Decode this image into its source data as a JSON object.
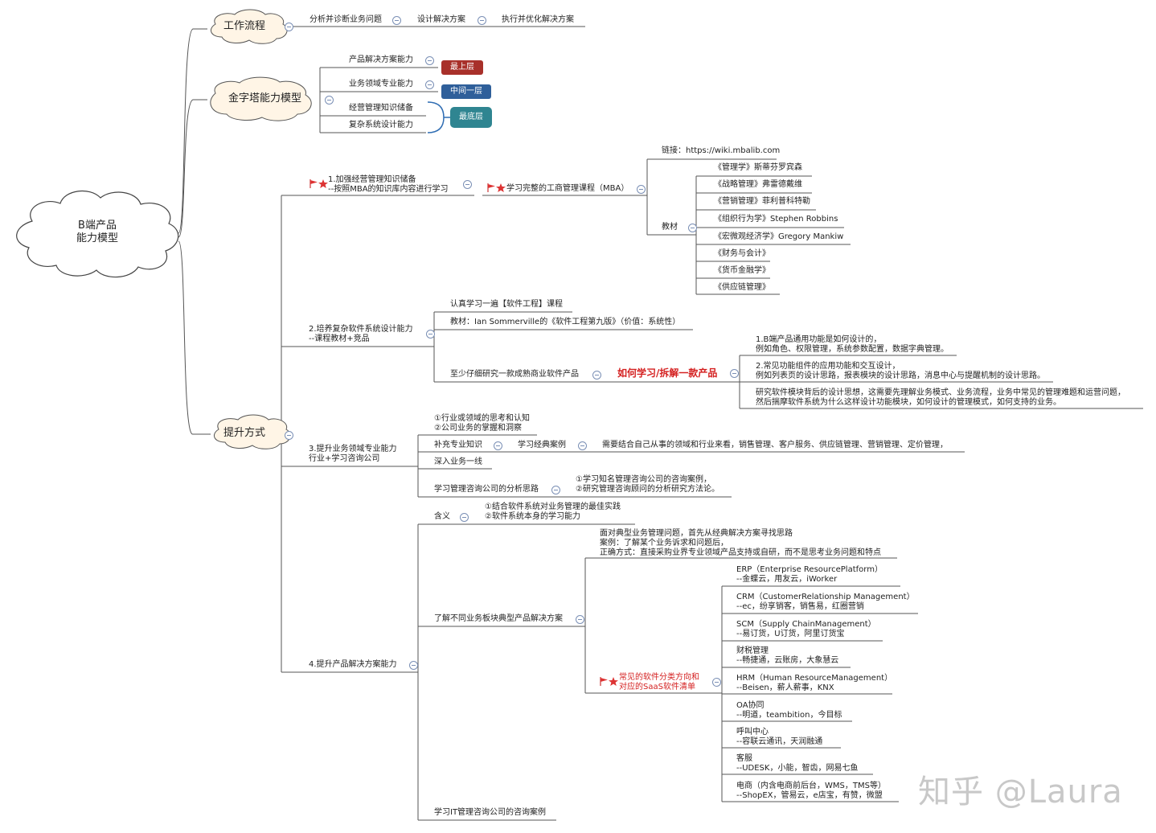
{
  "root": {
    "line1": "B端产品",
    "line2": "能力模型"
  },
  "workflow": {
    "label": "工作流程",
    "steps": [
      "分析并诊断业务问题",
      "设计解决方案",
      "执行并优化解决方案"
    ]
  },
  "pyramid": {
    "label": "金字塔能力模型",
    "items": [
      "产品解决方案能力",
      "业务领域专业能力",
      "经营管理知识储备",
      "复杂系统设计能力"
    ],
    "tags": [
      "最上层",
      "中间一层",
      "最底层"
    ]
  },
  "improve": {
    "label": "提升方式",
    "m1": {
      "title": "1.加强经营管理知识储备\n--按照MBA的知识库内容进行学习",
      "course": "学习完整的工商管理课程（MBA）",
      "link": "链接：https://wiki.mbalib.com",
      "materials_label": "教材",
      "books": [
        "《管理学》斯蒂芬罗宾森",
        "《战略管理》弗雷德戴维",
        "《营销管理》菲利普科特勒",
        "《组织行为学》Stephen Robbins",
        "《宏微观经济学》Gregory Mankiw",
        "《财务与会计》",
        "《货币金融学》",
        "《供应链管理》"
      ]
    },
    "m2": {
      "title": "2.培养复杂软件系统设计能力\n--课程教材+竞品",
      "course": "认真学习一遍【软件工程】课程",
      "textbook": "教材：Ian Sommerville的《软件工程第九版》（价值：系统性）",
      "study": "至少仔细研究一款成熟商业软件产品",
      "how": "如何学习/拆解一款产品",
      "points": [
        "1.B端产品通用功能是如何设计的，\n例如角色、权限管理，系统参数配置，数据字典管理。",
        "2.常见功能组件的应用功能和交互设计，\n例如列表页的设计思路，报表模块的设计思路，消息中心与提醒机制的设计思路。",
        "研究软件模块背后的设计思想，这需要先理解业务模式、业务流程，业务中常见的管理难题和运营问题，\n然后揣摩软件系统为什么这样设计功能模块，如何设计的管理模式，如何支持的业务。"
      ]
    },
    "m3": {
      "title": "3.提升业务领域专业能力\n行业+学习咨询公司",
      "note": "①行业或领域的思考和认知\n②公司业务的掌握和洞察",
      "supplement": "补充专业知识",
      "cases": "学习经典案例",
      "cases_detail": "需要结合自己从事的领域和行业来看，销售管理、客户服务、供应链管理、营销管理、定价管理，",
      "deep": "深入业务一线",
      "consult": "学习管理咨询公司的分析思路",
      "consult_detail": "①学习知名管理咨询公司的咨询案例，\n②研究管理咨询顾问的分析研究方法论。"
    },
    "m4": {
      "title": "4.提升产品解决方案能力",
      "meaning": "含义",
      "meaning_detail": "①结合软件系统对业务管理的最佳实践\n②软件系统本身的学习能力",
      "understand": "了解不同业务板块典型产品解决方案",
      "approach": "面对典型业务管理问题，首先从经典解决方案寻找思路\n案例：了解某个业务诉求和问题后，\n正确方式：直接采购业界专业领域产品支持或自研，而不是思考业务问题和特点",
      "saas_title": "常见的软件分类方向和\n对应的SaaS软件清单",
      "saas": [
        "ERP（Enterprise ResourcePlatform）\n--金蝶云，用友云，iWorker",
        "CRM（CustomerRelationship Management）\n--ec，纷享销客，销售易，红圈营销",
        "SCM（Supply ChainManagement）\n--易订货，U订货，阿里订货宝",
        "财税管理\n--畅捷通，云账房，大象慧云",
        "HRM（Human ResourceManagement）\n--Beisen，薪人薪事，KNX",
        "OA协同\n--明道，teambition，今目标",
        "呼叫中心\n--容联云通讯，天润融通",
        "客服\n--UDESK，小能，智齿，网易七鱼",
        "电商（内含电商前后台，WMS，TMS等）\n--ShopEX，管易云，e店宝，有赞，微盟"
      ],
      "it_consult": "学习IT管理咨询公司的咨询案例"
    }
  },
  "watermark": "知乎 @Laura",
  "colors": {
    "line": "#555555",
    "cloud_stroke": "#444444",
    "bracket": "#2f6db3",
    "accent_red": "#d42020"
  }
}
